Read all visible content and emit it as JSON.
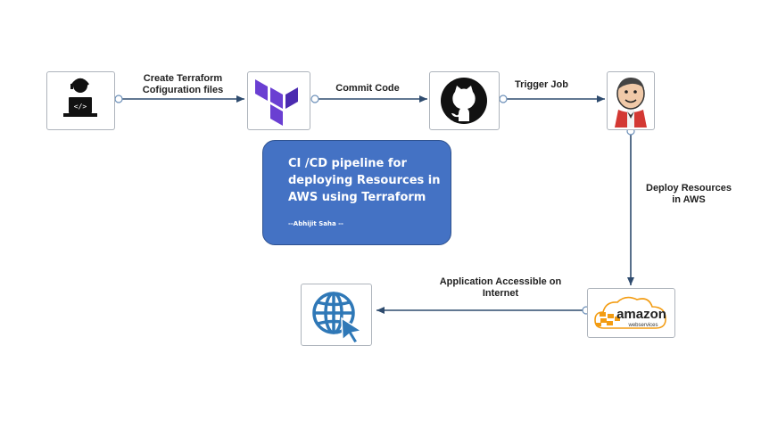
{
  "nodes": {
    "developer": {
      "icon": "developer-laptop-icon"
    },
    "terraform": {
      "icon": "terraform-logo-icon"
    },
    "github": {
      "icon": "github-logo-icon"
    },
    "jenkins": {
      "icon": "jenkins-logo-icon"
    },
    "aws": {
      "icon": "aws-logo-icon",
      "logo_text": "amazon",
      "logo_subtext": "webservices"
    },
    "internet": {
      "icon": "globe-cursor-icon"
    }
  },
  "edges": {
    "create_config": {
      "line1": "Create Terraform",
      "line2": "Cofiguration files"
    },
    "commit_code": {
      "line1": "Commit Code"
    },
    "trigger_job": {
      "line1": "Trigger Job"
    },
    "deploy_resources": {
      "line1": "Deploy Resources",
      "line2": "in AWS"
    },
    "app_accessible": {
      "line1": "Application Accessible on",
      "line2": "Internet"
    }
  },
  "note": {
    "line1": "CI /CD pipeline for",
    "line2": "deploying Resources in",
    "line3": "AWS using Terraform",
    "author": "--Abhijit Saha --"
  },
  "colors": {
    "edge": "#2e4b6e",
    "note_fill": "#4472c4",
    "terraform": "#6a3fd2",
    "aws_orange": "#f39c12",
    "globe": "#2f78b7"
  }
}
